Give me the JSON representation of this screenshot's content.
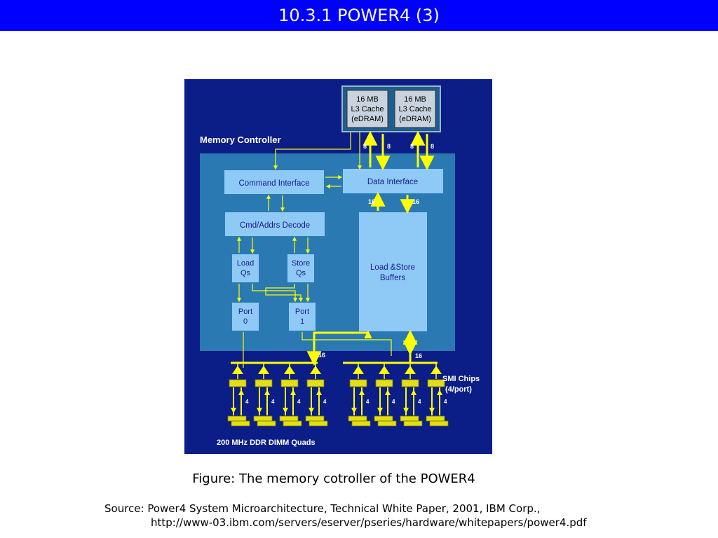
{
  "slide": {
    "title": "10.3.1 POWER4 (3)",
    "caption": "Figure: The memory cotroller of the POWER4",
    "source_line1": "Source: Power4 System Microarchitecture, Technical White Paper, 2001, IBM Corp.,",
    "source_line2": "http://www-03.ibm.com/servers/eserver/pseries/hardware/whitepapers/power4.pdf"
  },
  "diagram": {
    "l3_cache_left": [
      "16 MB",
      "L3 Cache",
      "(eDRAM)"
    ],
    "l3_cache_right": [
      "16 MB",
      "L3 Cache",
      "(eDRAM)"
    ],
    "memory_controller_label": "Memory Controller",
    "command_interface": "Command Interface",
    "data_interface": "Data Interface",
    "cmd_addrs_decode": "Cmd/Addrs Decode",
    "load_qs": [
      "Load",
      "Qs"
    ],
    "store_qs": [
      "Store",
      "Qs"
    ],
    "port0": [
      "Port",
      "0"
    ],
    "port1": [
      "Port",
      "1"
    ],
    "load_store_buffers": [
      "Load &Store",
      "Buffers"
    ],
    "smi_chips": [
      "SMI Chips",
      "(4/port)"
    ],
    "dimm_label": "200 MHz DDR DIMM Quads",
    "bus_width_8": "8",
    "bus_width_16": "16",
    "bus_width_4": "4"
  },
  "colors": {
    "title_bar": "#0000ff",
    "diagram_bg": "#0b1d86",
    "controller_bg": "#2a79b3",
    "block_fill": "#8fcaf7",
    "block_text": "#1a1a8c",
    "bus": "#ffff00",
    "chip_fill": "#e3de16"
  }
}
